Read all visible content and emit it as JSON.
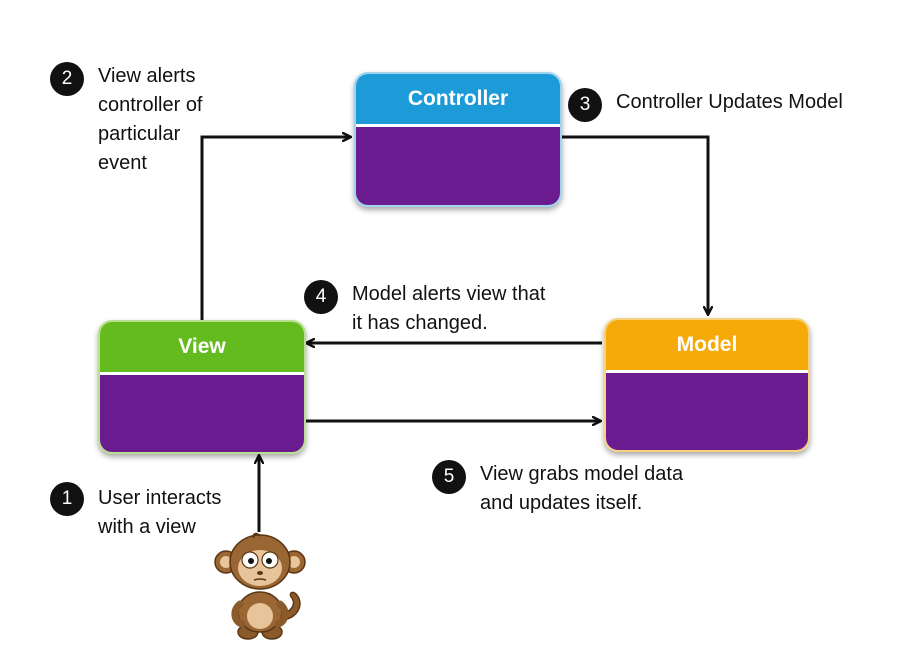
{
  "boxes": {
    "controller": "Controller",
    "view": "View",
    "model": "Model"
  },
  "steps": [
    {
      "number": "1",
      "text": "User interacts\nwith a view"
    },
    {
      "number": "2",
      "text": "View alerts\ncontroller of\nparticular\nevent"
    },
    {
      "number": "3",
      "text": "Controller Updates Model"
    },
    {
      "number": "4",
      "text": "Model alerts view that\nit has changed."
    },
    {
      "number": "5",
      "text": "View grabs model data\nand updates itself."
    }
  ],
  "colors": {
    "controller": "#1c9bd8",
    "view": "#64bb1f",
    "model": "#f6aa0a",
    "box_body": "#6a1b8f",
    "arrow": "#111111"
  },
  "icons": {
    "user": "monkey-icon"
  }
}
